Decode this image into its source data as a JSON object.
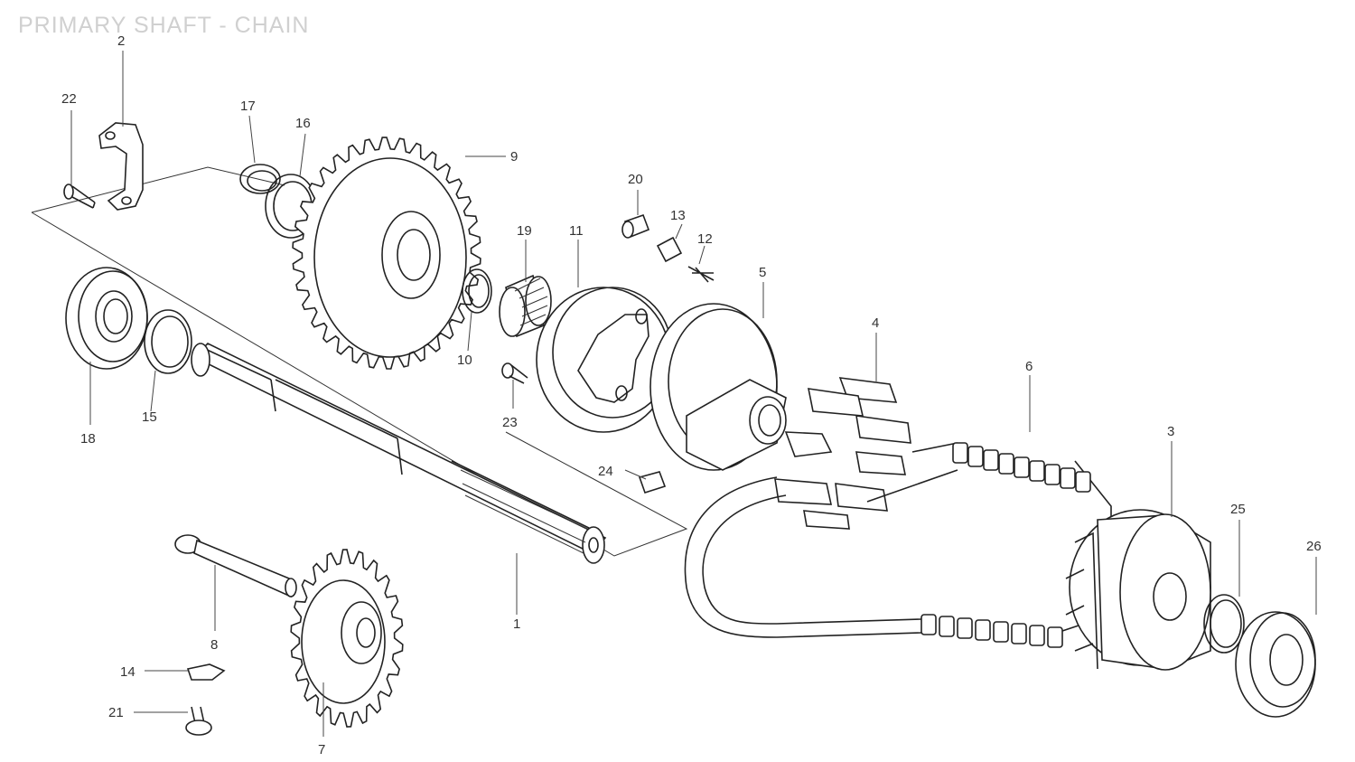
{
  "title": "PRIMARY SHAFT - CHAIN",
  "part_labels": {
    "p1": "1",
    "p2": "2",
    "p3": "3",
    "p4": "4",
    "p5": "5",
    "p6": "6",
    "p7": "7",
    "p8": "8",
    "p9": "9",
    "p10": "10",
    "p11": "11",
    "p12": "12",
    "p13": "13",
    "p14": "14",
    "p15": "15",
    "p16": "16",
    "p17": "17",
    "p18": "18",
    "p19": "19",
    "p20": "20",
    "p21": "21",
    "p22": "22",
    "p23": "23",
    "p24": "24",
    "p25": "25",
    "p26": "26"
  },
  "colors": {
    "line": "#222222",
    "label": "#333333",
    "title": "#d0d0d0",
    "background": "#ffffff"
  }
}
